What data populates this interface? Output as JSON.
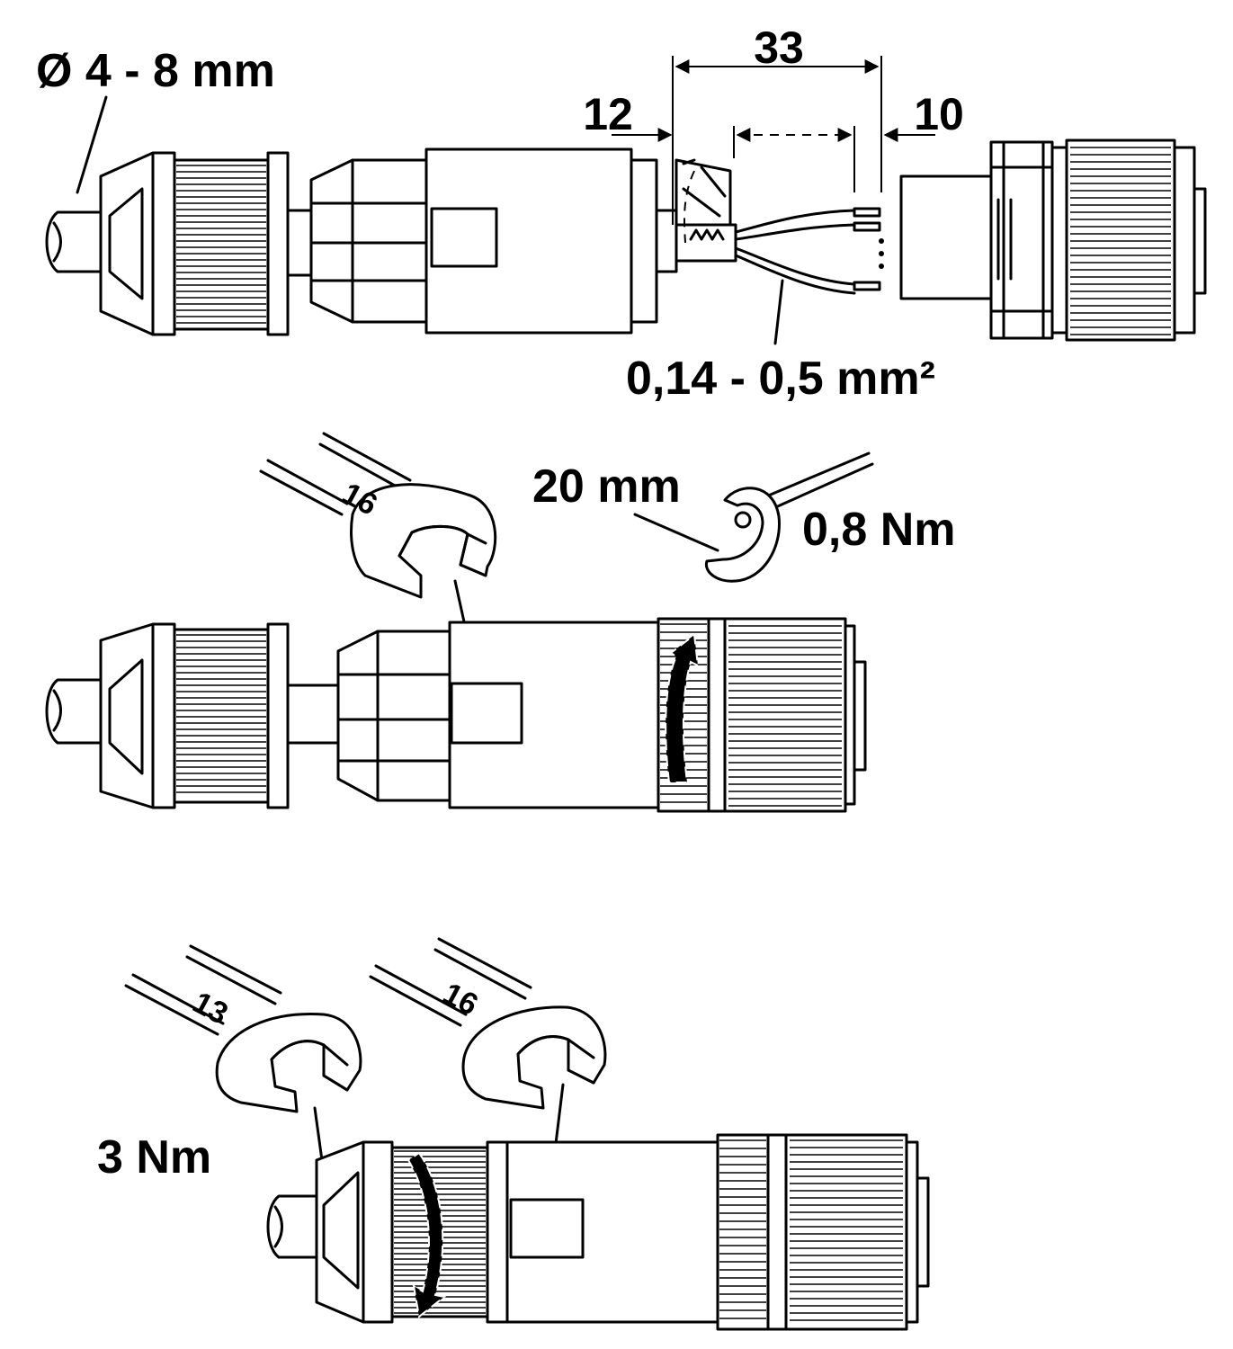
{
  "step1": {
    "cable_diameter": "Ø 4 - 8 mm",
    "dim_strip": "33",
    "dim_shield": "12",
    "dim_wire": "10",
    "wire_cross_section": "0,14 - 0,5 mm²"
  },
  "step2": {
    "wrench_size": "16",
    "torque_length": "20 mm",
    "torque": "0,8 Nm"
  },
  "step3": {
    "wrench_left_size": "13",
    "wrench_right_size": "16",
    "torque": "3 Nm"
  }
}
